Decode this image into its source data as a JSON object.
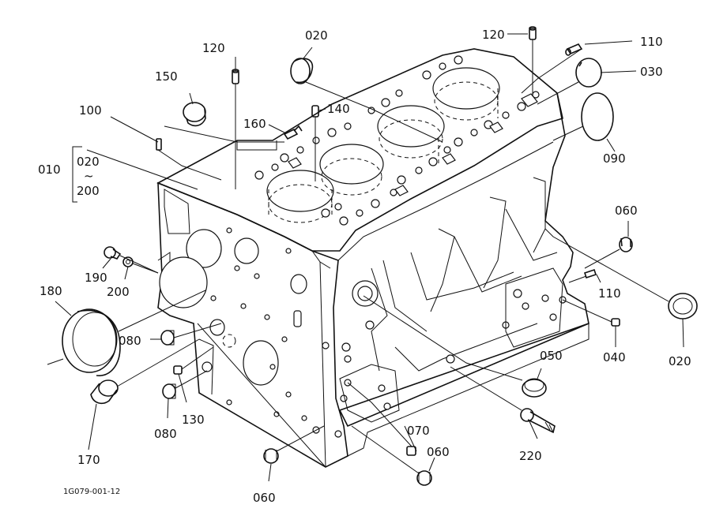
{
  "diagram": {
    "drawing_code": "1G079-001-12",
    "labels": [
      {
        "id": "p010",
        "text": "010"
      },
      {
        "id": "p020a",
        "text": "020"
      },
      {
        "id": "tilde",
        "text": "~"
      },
      {
        "id": "p200a",
        "text": "200"
      },
      {
        "id": "p100",
        "text": "100"
      },
      {
        "id": "p150",
        "text": "150"
      },
      {
        "id": "p120a",
        "text": "120"
      },
      {
        "id": "p020b",
        "text": "020"
      },
      {
        "id": "p140",
        "text": "140"
      },
      {
        "id": "p160",
        "text": "160"
      },
      {
        "id": "p120b",
        "text": "120"
      },
      {
        "id": "p110a",
        "text": "110"
      },
      {
        "id": "p030",
        "text": "030"
      },
      {
        "id": "p090",
        "text": "090"
      },
      {
        "id": "p060a",
        "text": "060"
      },
      {
        "id": "p110b",
        "text": "110"
      },
      {
        "id": "p020c",
        "text": "020"
      },
      {
        "id": "p040",
        "text": "040"
      },
      {
        "id": "p050",
        "text": "050"
      },
      {
        "id": "p190",
        "text": "190"
      },
      {
        "id": "p200b",
        "text": "200"
      },
      {
        "id": "p180",
        "text": "180"
      },
      {
        "id": "p080a",
        "text": "080"
      },
      {
        "id": "p130",
        "text": "130"
      },
      {
        "id": "p080b",
        "text": "080"
      },
      {
        "id": "p170",
        "text": "170"
      },
      {
        "id": "p070",
        "text": "070"
      },
      {
        "id": "p060b",
        "text": "060"
      },
      {
        "id": "p220",
        "text": "220"
      },
      {
        "id": "p060c",
        "text": "060"
      }
    ]
  }
}
